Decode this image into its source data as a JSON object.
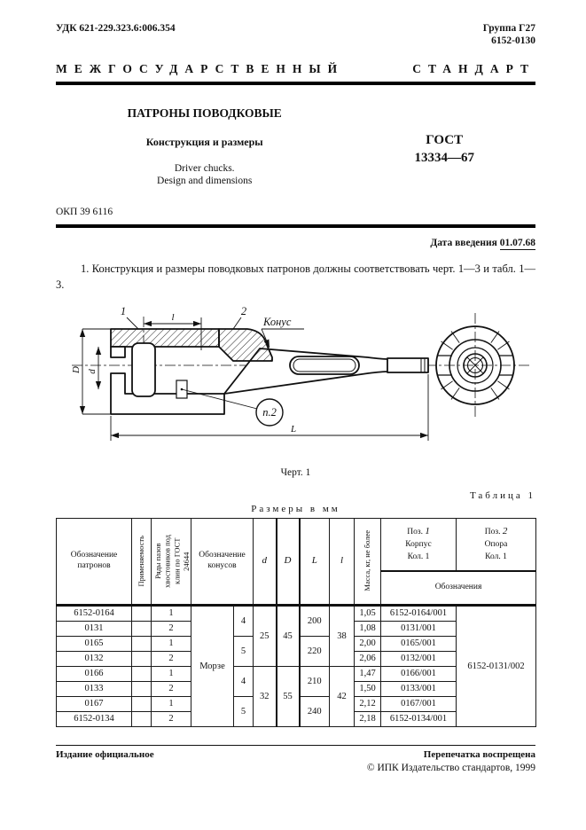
{
  "header": {
    "udk": "УДК 621-229.323.6:006.354",
    "group": "Группа Г27",
    "code": "6152-0130",
    "standard_word1": "МЕЖГОСУДАРСТВЕННЫЙ",
    "standard_word2": "СТАНДАРТ"
  },
  "title": {
    "main": "ПАТРОНЫ ПОВОДКОВЫЕ",
    "sub": "Конструкция и размеры",
    "en1": "Driver  chucks.",
    "en2": "Design and dimensions",
    "gost": "ГОСТ",
    "number": "13334—67",
    "okp": "ОКП 39 6116"
  },
  "intro": {
    "date_label": "Дата введения",
    "date_value": "01.07.68",
    "paragraph": "1. Конструкция и размеры поводковых патронов должны соответствовать черт. 1—3 и табл. 1—3."
  },
  "drawing": {
    "callout_1": "1",
    "callout_2": "2",
    "dim_l": "l",
    "dim_L": "L",
    "dim_D": "D",
    "dim_d": "d",
    "cone_label": "Конус",
    "detail_label": "п.2",
    "caption": "Черт. 1"
  },
  "table": {
    "caption": "Таблица 1",
    "units_label": "Размеры в мм",
    "headers": {
      "designation": "Обозначение патронов",
      "applicability": "Применяемость",
      "groove_rows": "Ряды пазов\nхвостовиков под\nклин по ГОСТ\n24644",
      "cone_designation": "Обозначение конусов",
      "d": "d",
      "D": "D",
      "L": "L",
      "l": "l",
      "mass": "Масса, кг, не более",
      "pos1_label": "Поз.",
      "pos1_num": "1",
      "pos1_name": "Корпус",
      "pos1_qty": "Кол. 1",
      "pos2_label": "Поз.",
      "pos2_num": "2",
      "pos2_name": "Опора",
      "pos2_qty": "Кол. 1",
      "designations": "Обозначения"
    },
    "cone_type": "Морзе",
    "pos2_value": "6152-0131/002",
    "rows": [
      {
        "designation": "6152-0164",
        "groove_row": "1",
        "cone_no": "4",
        "d": "25",
        "D": "45",
        "L": "200",
        "l": "38",
        "mass": "1,05",
        "body": "6152-0164/001"
      },
      {
        "designation": "0131",
        "groove_row": "2",
        "mass": "1,08",
        "body": "0131/001"
      },
      {
        "designation": "0165",
        "groove_row": "1",
        "cone_no": "5",
        "L": "220",
        "mass": "2,00",
        "body": "0165/001"
      },
      {
        "designation": "0132",
        "groove_row": "2",
        "mass": "2,06",
        "body": "0132/001"
      },
      {
        "designation": "0166",
        "groove_row": "1",
        "cone_no": "4",
        "d": "32",
        "D": "55",
        "L": "210",
        "l": "42",
        "mass": "1,47",
        "body": "0166/001"
      },
      {
        "designation": "0133",
        "groove_row": "2",
        "mass": "1,50",
        "body": "0133/001"
      },
      {
        "designation": "0167",
        "groove_row": "1",
        "cone_no": "5",
        "L": "240",
        "mass": "2,12",
        "body": "0167/001"
      },
      {
        "designation": "6152-0134",
        "groove_row": "2",
        "mass": "2,18",
        "body": "6152-0134/001"
      }
    ]
  },
  "footer": {
    "official": "Издание официальное",
    "reprint": "Перепечатка воспрещена",
    "copyright": "© ИПК Издательство стандартов, 1999"
  }
}
